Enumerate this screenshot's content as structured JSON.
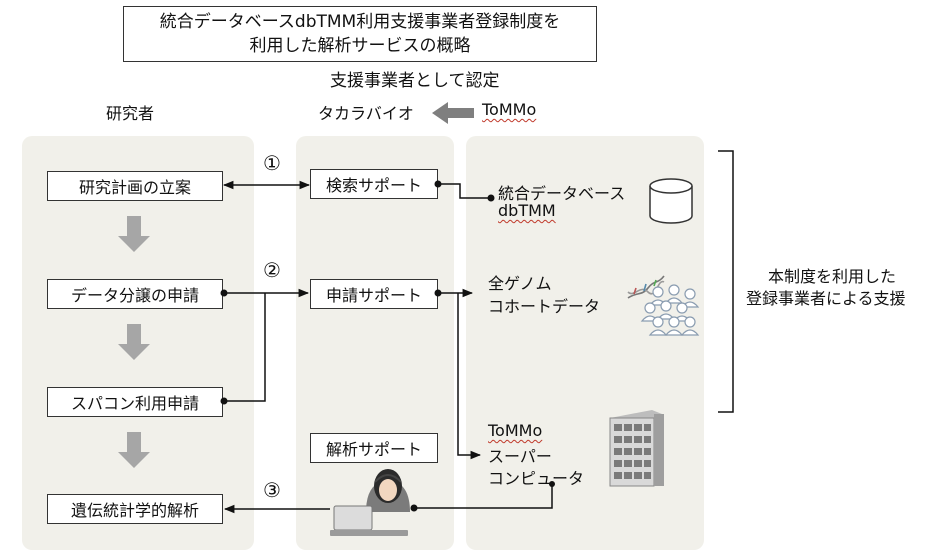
{
  "title": {
    "line1": "統合データベースdbTMM利用支援事業者登録制度を",
    "line2": "利用した解析サービスの概略"
  },
  "certified_label": "支援事業者として認定",
  "columns": {
    "researcher": "研究者",
    "provider": "タカラバイオ",
    "origin": "ToMMo"
  },
  "researcher_steps": [
    "研究計画の立案",
    "データ分譲の申請",
    "スパコン利用申請",
    "遺伝統計学的解析"
  ],
  "supports": [
    "検索サポート",
    "申請サポート",
    "解析サポート"
  ],
  "step_numbers": [
    "①",
    "②",
    "③"
  ],
  "resources": {
    "database": {
      "line1": "統合データベース",
      "line2": "dbTMM"
    },
    "cohort": {
      "line1": "全ゲノム",
      "line2": "コホートデータ"
    },
    "super": {
      "line1": "ToMMo",
      "line2": "スーパー",
      "line3": "コンピュータ"
    }
  },
  "bracket_label": {
    "line1": "本制度を利用した",
    "line2": "登録事業者による支援"
  },
  "icons": [
    "database-cylinder-icon",
    "dna-icon",
    "people-group-icon",
    "server-rack-icon",
    "operator-laptop-icon",
    "down-arrow-icon",
    "left-arrow-icon"
  ]
}
